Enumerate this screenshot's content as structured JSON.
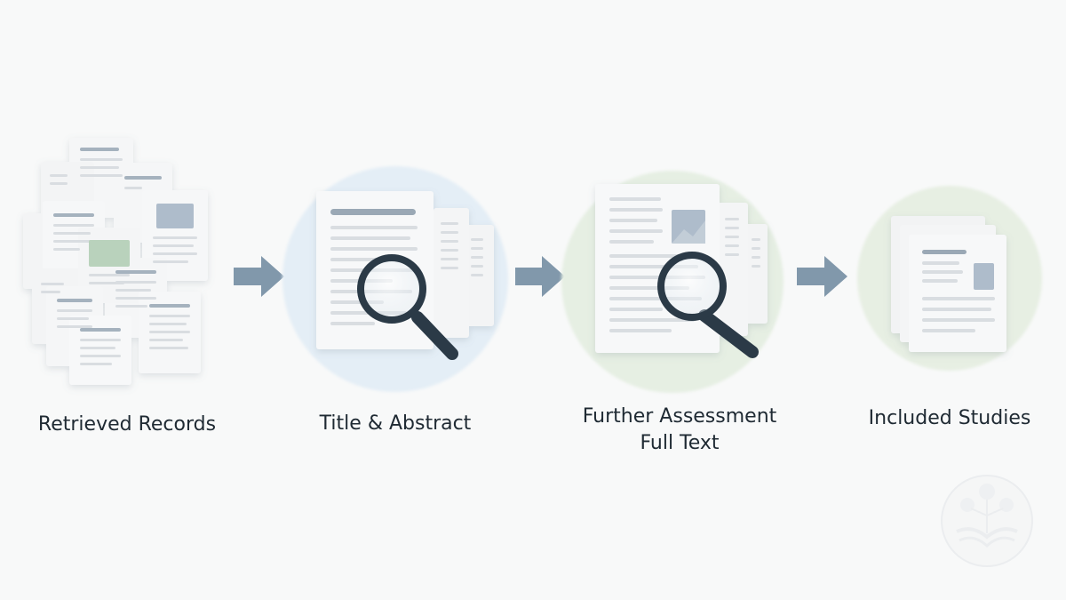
{
  "steps": [
    {
      "id": "retrieved",
      "label": "Retrieved Records",
      "icon": "document-stack-icon"
    },
    {
      "id": "screening",
      "label": "Title & Abstract",
      "icon": "document-magnifier-icon",
      "halo": "#e4eef6"
    },
    {
      "id": "assessment",
      "label_lines": [
        "Further Assessment",
        "Full Text"
      ],
      "icon": "full-text-magnifier-icon",
      "halo": "#e6efe3"
    },
    {
      "id": "included",
      "label": "Included Studies",
      "icon": "included-documents-icon",
      "halo": "#e7efe3"
    }
  ],
  "connectors": [
    "arrow-right-icon",
    "arrow-right-icon",
    "arrow-right-icon"
  ],
  "watermark": "reading-tree-logo-icon",
  "colors": {
    "background": "#f8f9f9",
    "paper": "#f5f6f7",
    "text_line": "#d9dde1",
    "title_bar": "#9aa8b5",
    "image_block": "#aebccb",
    "green_block": "#b9d2bc",
    "arrow": "#8198ab",
    "magnifier": "#2b3a47",
    "label": "#1f2a33"
  }
}
